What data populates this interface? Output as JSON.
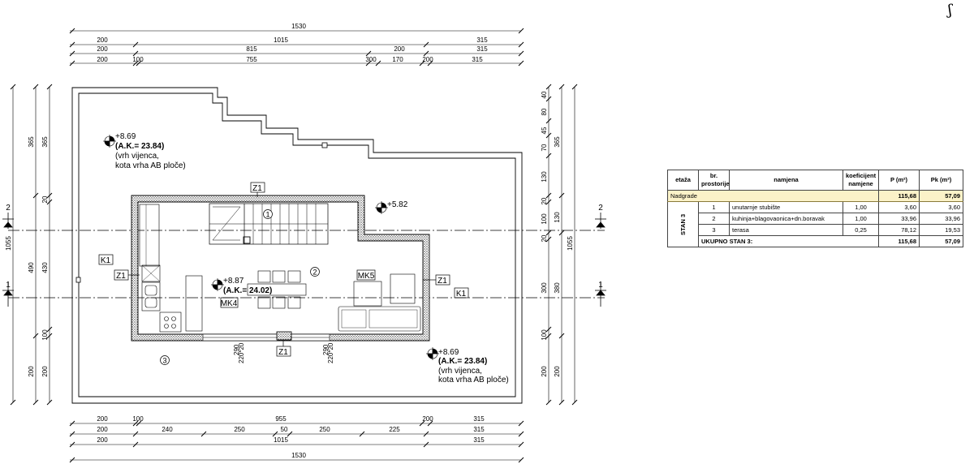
{
  "dimensions": {
    "top": {
      "row1": [
        "1530"
      ],
      "row2": [
        "200",
        "1015",
        "315"
      ],
      "row3": [
        "200",
        "815",
        "200",
        "315"
      ],
      "row4": [
        "200",
        "100",
        "755",
        "300",
        "170",
        "200",
        "315"
      ]
    },
    "bottom": {
      "row1": [
        "200",
        "100",
        "955",
        "200",
        "315"
      ],
      "row2": [
        "200",
        "240",
        "250",
        "50",
        "250",
        "225",
        "315"
      ],
      "row3": [
        "200",
        "1015",
        "315"
      ],
      "row4": [
        "1530"
      ]
    },
    "left": {
      "outer": [
        "1055"
      ],
      "mid": [
        "365",
        "490",
        "200"
      ],
      "inner": [
        "365",
        "20",
        "430",
        "100",
        "200"
      ]
    },
    "right": {
      "inner": [
        "40",
        "80",
        "45",
        "70",
        "130",
        "20",
        "100",
        "20",
        "300",
        "100",
        "200"
      ],
      "mid": [
        "365",
        "130",
        "380",
        "200"
      ],
      "outer": [
        "1055"
      ]
    },
    "window": [
      "290",
      "220*20",
      "290",
      "220*20"
    ]
  },
  "labels": {
    "section_left_1": "1",
    "section_left_2": "2",
    "section_right_1": "1",
    "section_right_2": "2",
    "k1_left": "K1",
    "k1_right": "K1",
    "z1_top": "Z1",
    "z1_left": "Z1",
    "z1_right": "Z1",
    "z1_bottom": "Z1",
    "mk4": "MK4",
    "mk5": "MK5",
    "room1": "1",
    "room2": "2",
    "room3": "3"
  },
  "levels": {
    "tl_height": "+8.69",
    "tl_ak": "(A.K.= 23.84)",
    "tl_note1": "(vrh vijenca,",
    "tl_note2": "kota vrha AB ploče)",
    "br_height": "+8.69",
    "br_ak": "(A.K.= 23.84)",
    "br_note1": "(vrh vijenca,",
    "br_note2": "kota vrha AB ploče)",
    "center_height": "+8.87",
    "center_ak": "(A.K.= 24.02)",
    "stair_height": "+5.82"
  },
  "table": {
    "headers": [
      "etaža",
      "br. prostorije",
      "namjena",
      "koeficijent namjene",
      "P (m²)",
      "Pk (m²)"
    ],
    "group": {
      "name": "Nadgrade",
      "p": "115,68",
      "pk": "57,09"
    },
    "stan": "STAN 3",
    "rows": [
      {
        "br": "1",
        "namjena": "unutarnje stubište",
        "koef": "1,00",
        "p": "3,60",
        "pk": "3,60"
      },
      {
        "br": "2",
        "namjena": "kuhinja+blagovaonica+dn.boravak",
        "koef": "1,00",
        "p": "33,96",
        "pk": "33,96"
      },
      {
        "br": "3",
        "namjena": "terasa",
        "koef": "0,25",
        "p": "78,12",
        "pk": "19,53"
      }
    ],
    "total": {
      "label": "UKUPNO STAN 3:",
      "p": "115,68",
      "pk": "57,09"
    }
  }
}
